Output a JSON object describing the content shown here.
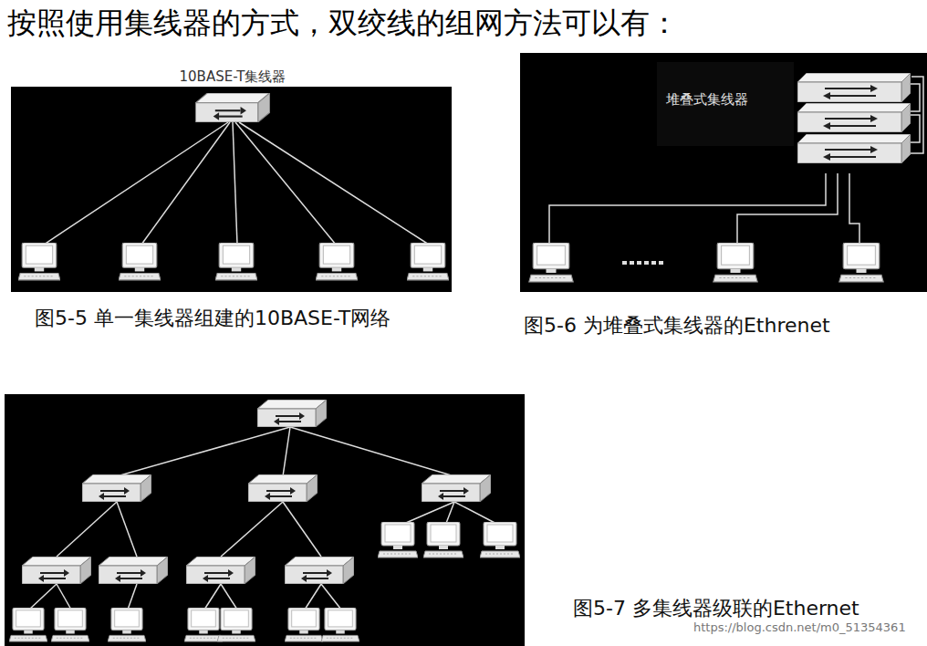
{
  "diagram": {
    "title": "按照使用集线器的方式，双绞线的组网方法可以有：",
    "nodes": [
      {
        "text": [
          "10BASE-T集线器"
        ]
      },
      {
        "text": [
          "堆叠式集线器"
        ]
      }
    ],
    "labels": [
      "图5-5  单一集线器组建的10BASE-T网络",
      "图5-6  为堆叠式集线器的Ethrenet",
      "图5-7  多集线器级联的Ethernet",
      "https://blog.csdn.net/m0_51354361"
    ]
  }
}
